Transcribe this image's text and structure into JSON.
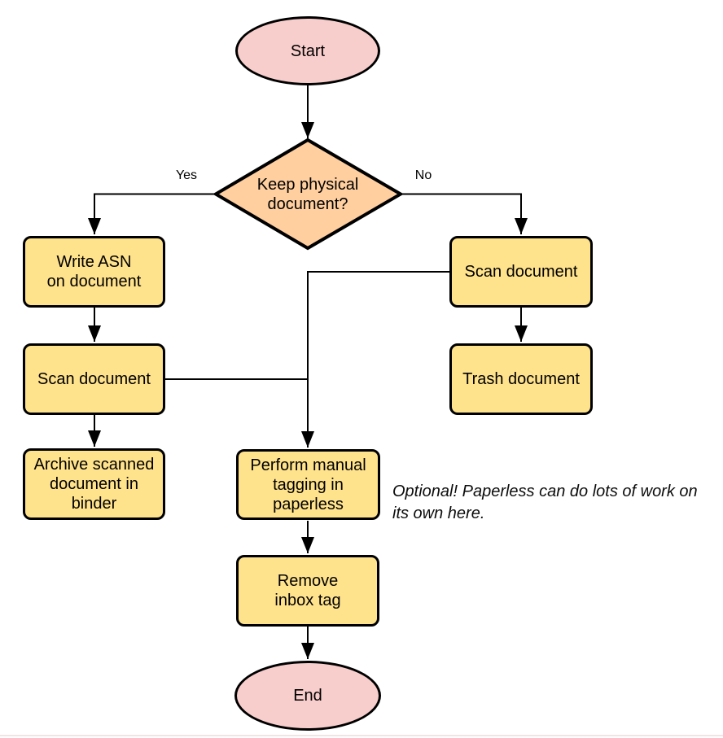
{
  "nodes": {
    "start": {
      "type": "terminator",
      "label": "Start"
    },
    "decision": {
      "type": "decision",
      "label": "Keep physical\ndocument?"
    },
    "write_asn": {
      "type": "process",
      "label": "Write ASN\non document"
    },
    "scan_left": {
      "type": "process",
      "label": "Scan document"
    },
    "archive": {
      "type": "process",
      "label": "Archive scanned\ndocument in\nbinder"
    },
    "scan_right": {
      "type": "process",
      "label": "Scan document"
    },
    "trash": {
      "type": "process",
      "label": "Trash document"
    },
    "tagging": {
      "type": "process",
      "label": "Perform manual\ntagging in\npaperless"
    },
    "remove_inbox": {
      "type": "process",
      "label": "Remove\ninbox tag"
    },
    "end": {
      "type": "terminator",
      "label": "End"
    }
  },
  "edge_labels": {
    "yes": "Yes",
    "no": "No"
  },
  "edges": [
    {
      "from": "start",
      "to": "decision"
    },
    {
      "from": "decision",
      "to": "write_asn",
      "label": "Yes"
    },
    {
      "from": "decision",
      "to": "scan_right",
      "label": "No"
    },
    {
      "from": "write_asn",
      "to": "scan_left"
    },
    {
      "from": "scan_left",
      "to": "archive"
    },
    {
      "from": "scan_left",
      "to": "tagging"
    },
    {
      "from": "scan_right",
      "to": "trash"
    },
    {
      "from": "scan_right",
      "to": "tagging"
    },
    {
      "from": "tagging",
      "to": "remove_inbox"
    },
    {
      "from": "remove_inbox",
      "to": "end"
    }
  ],
  "annotation": {
    "text": "Optional! Paperless can do lots of work on\nits own here."
  },
  "colors": {
    "terminator_fill": "#F8CECC",
    "decision_fill": "#FFCFA0",
    "process_fill": "#FFE28C",
    "stroke": "#000000",
    "background": "#FFFFFF"
  }
}
